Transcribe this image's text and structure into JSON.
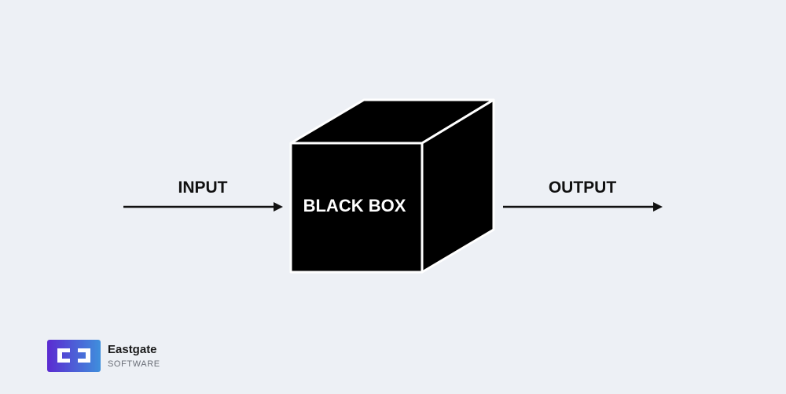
{
  "diagram": {
    "input_label": "INPUT",
    "box_label": "BLACK BOX",
    "output_label": "OUTPUT"
  },
  "brand": {
    "name": "Eastgate",
    "subtitle": "SOFTWARE",
    "logo_colors": [
      "#5b2bd1",
      "#3f8fdc"
    ]
  },
  "colors": {
    "background": "#edf0f5",
    "box": "#000000",
    "edge": "#ffffff"
  }
}
